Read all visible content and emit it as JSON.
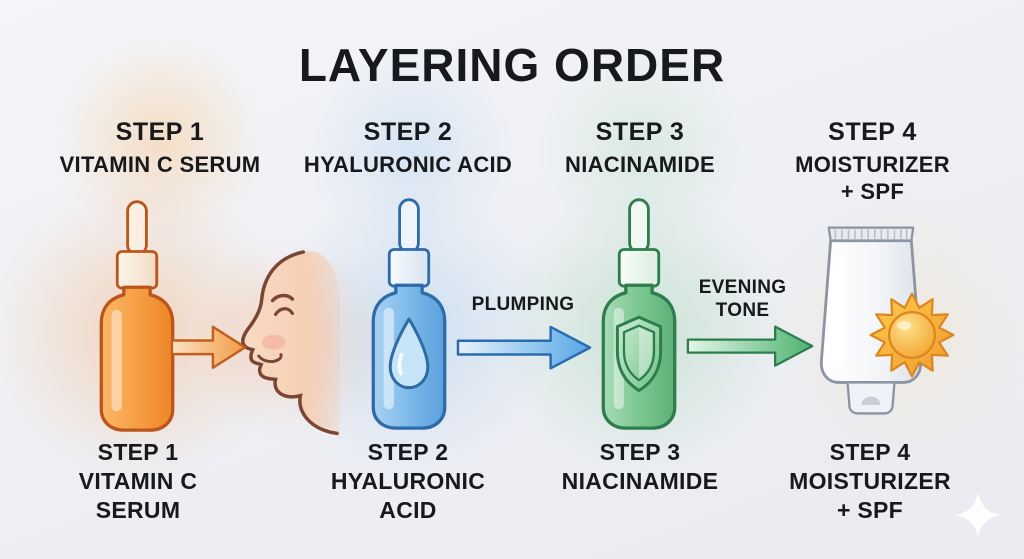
{
  "title": "LAYERING ORDER",
  "steps": [
    {
      "header": [
        "STEP 1",
        "VITAMIN C SERUM"
      ],
      "footer": [
        "STEP 1",
        "VITAMIN C",
        "SERUM"
      ],
      "icon": "orange-dropper-bottle-icon",
      "accent": "#E8801F"
    },
    {
      "header": [
        "STEP 2",
        "HYALURONIC ACID"
      ],
      "footer": [
        "STEP 2",
        "HYALURONIC",
        "ACID"
      ],
      "icon": "blue-dropper-bottle-droplet-icon",
      "accent": "#4D9EDC"
    },
    {
      "header": [
        "STEP 3",
        "NIACINAMIDE"
      ],
      "footer": [
        "STEP 3",
        "NIACINAMIDE"
      ],
      "icon": "green-dropper-bottle-shield-icon",
      "accent": "#4FAE6E"
    },
    {
      "header": [
        "STEP 4",
        "MOISTURIZER",
        "+ SPF"
      ],
      "footer": [
        "STEP 4",
        "MOISTURIZER",
        "+ SPF"
      ],
      "icon": "sunscreen-tube-with-sun-icon",
      "accent": "#F0A432"
    }
  ],
  "arrows": {
    "apply_to_face": {
      "label": "",
      "icon": "orange-right-arrow-icon",
      "color": "#F0953F"
    },
    "plumping": {
      "label": "PLUMPING",
      "icon": "blue-right-arrow-icon",
      "color": "#57A7E6"
    },
    "evening_tone": {
      "lines": [
        "EVENING",
        "TONE"
      ],
      "icon": "green-right-arrow-icon",
      "color": "#4FB372"
    }
  },
  "decorations": {
    "face_icon": "smiling-face-profile-icon",
    "sun_icon": "sun-icon",
    "sparkle_icon": "sparkle-icon"
  },
  "colors": {
    "background": "#EFF1F5",
    "text": "#17191C",
    "step1_bottle": "#F49A3E",
    "step1_outline": "#BC551B",
    "step2_bottle": "#7DB9EA",
    "step2_outline": "#2E6BA8",
    "step3_bottle": "#7CC793",
    "step3_outline": "#2E7D4D",
    "tube_body": "#F2F4F7",
    "tube_outline": "#8B95A3",
    "sun_fill": "#F6AC3C",
    "sun_outline": "#DD861E",
    "face_skin": "#F7D6BE",
    "face_outline": "#7A4633"
  }
}
